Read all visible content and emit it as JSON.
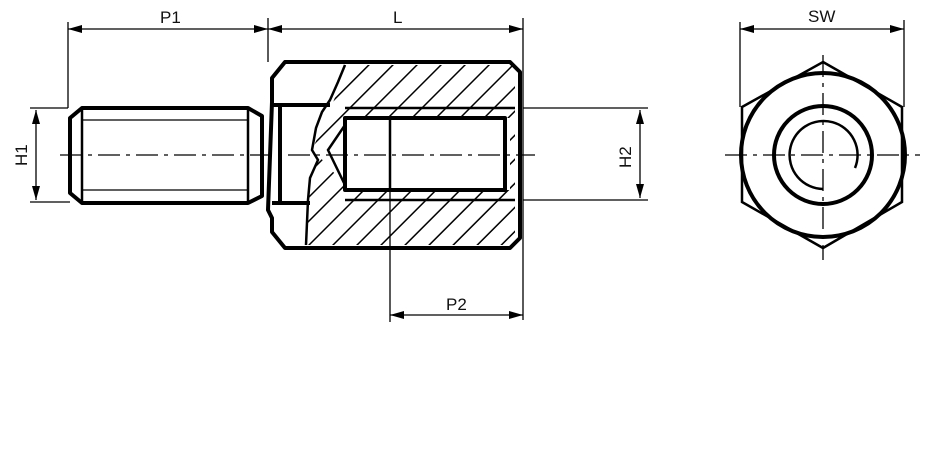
{
  "drawing": {
    "title": "Hex spacer with male/female thread - technical drawing",
    "line_color": "#000000",
    "background": "#ffffff",
    "side_view": {
      "dimensions": {
        "P1": "P1",
        "L": "L",
        "H1": "H1",
        "H2": "H2",
        "P2": "P2"
      }
    },
    "end_view": {
      "dimensions": {
        "SW": "SW"
      }
    }
  }
}
